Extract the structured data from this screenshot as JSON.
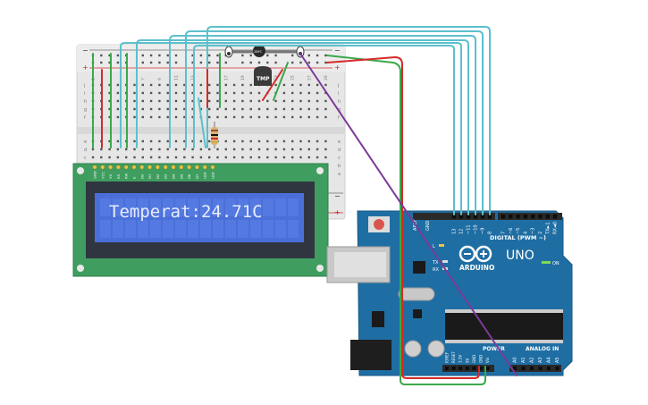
{
  "lcd": {
    "text": "Temperat:24.71C",
    "pin_labels": [
      "GND",
      "VCC",
      "V0",
      "RS",
      "RW",
      "E",
      "D0",
      "D1",
      "D2",
      "D3",
      "D4",
      "D5",
      "D6",
      "D7",
      "LED",
      "LED"
    ]
  },
  "sensor": {
    "label": "TMP"
  },
  "fixture": {
    "label": "2BFC"
  },
  "breadboard": {
    "top_letters": [
      "j",
      "i",
      "h",
      "g",
      "f"
    ],
    "bottom_letters": [
      "e",
      "d",
      "c",
      "b",
      "a"
    ],
    "col_numbers": [
      "1",
      "",
      "",
      "",
      "",
      "",
      "7",
      "",
      "9",
      "",
      "11",
      "",
      "13",
      "",
      "",
      "",
      "17",
      "",
      "19",
      "",
      "21",
      "",
      "23",
      "",
      "25",
      "",
      "27",
      "",
      "29"
    ],
    "plus": "+",
    "minus": "−"
  },
  "arduino": {
    "model": "UNO",
    "brand": "ARDUINO",
    "digital_label": "DIGITAL (PWM ~)",
    "power_label": "POWER",
    "analog_label": "ANALOG IN",
    "on_label": "ON",
    "tx_label": "TX",
    "rx_label": "RX",
    "l_label": "L",
    "aref_label": "AREF",
    "gnd_label": "GND",
    "digital_pins": [
      "13",
      "12",
      "~11",
      "~10",
      "~9",
      "8",
      "7",
      "~6",
      "~5",
      "4",
      "~3",
      "2",
      "TX►1",
      "RX◄0"
    ],
    "power_pins": [
      "IOREF",
      "RESET",
      "3.3V",
      "5V",
      "GND",
      "GND",
      "Vin"
    ],
    "analog_pins": [
      "A0",
      "A1",
      "A2",
      "A3",
      "A4",
      "A5"
    ]
  },
  "colors": {
    "wire_cyan": "#5cc0cc",
    "wire_red": "#d42a2a",
    "wire_green": "#3aa84a",
    "wire_purple": "#7b3a9a",
    "board_blue": "#1f6ea3",
    "lcd_green": "#3f9e5f",
    "lcd_screen": "#4a6fd8"
  }
}
